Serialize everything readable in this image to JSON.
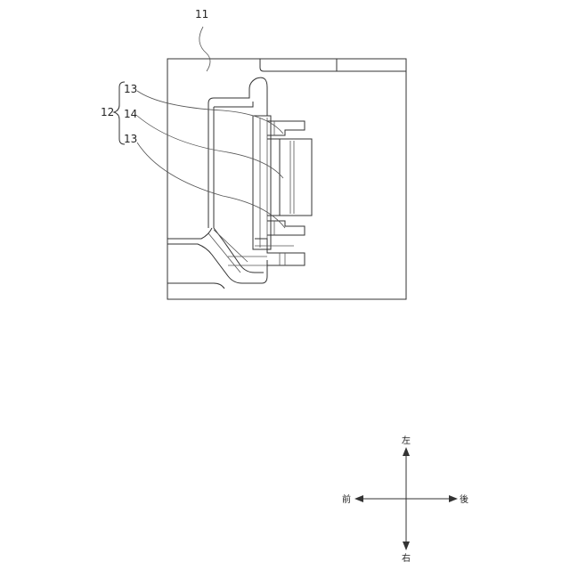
{
  "labels": {
    "housing": "11",
    "assembly": "12",
    "top_clip": "13",
    "center_part": "14",
    "bottom_clip": "13"
  },
  "directions": {
    "up": "左",
    "down": "右",
    "left": "前",
    "right": "後"
  }
}
